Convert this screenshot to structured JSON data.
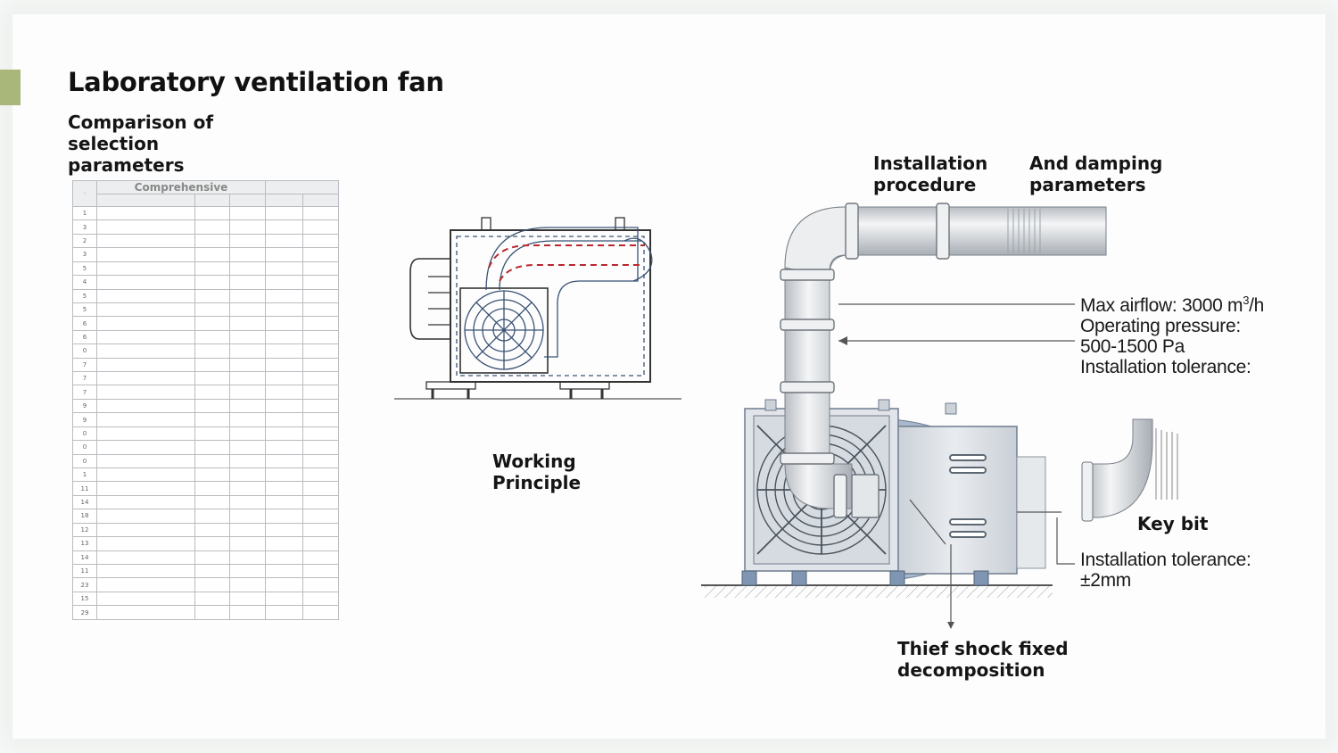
{
  "slide": {
    "title": "Laboratory ventilation fan",
    "accent_color": "#a9b77a"
  },
  "labels": {
    "comparison": [
      "Comparison of",
      "selection",
      "parameters"
    ],
    "working_principle": [
      "Working",
      "Principle"
    ],
    "installation_procedure": [
      "Installation",
      "procedure"
    ],
    "damping_parameters": [
      "And damping",
      "parameters"
    ],
    "key_bit": "Key bit",
    "thief_shock": [
      "Thief shock fixed",
      "decomposition"
    ]
  },
  "specs": {
    "airflow_prefix": "Max airflow: 3000 m",
    "airflow_sup": "3",
    "airflow_suffix": "/h",
    "pressure_label": "Operating pressure:",
    "pressure_value": "500-1500 Pa",
    "tolerance_label": "Installation tolerance:",
    "tolerance2_label": "Installation tolerance:",
    "tolerance2_value": "±2mm"
  },
  "table": {
    "header_comprehensive": "Comprehensive",
    "row_numbers": [
      "1",
      "3",
      "2",
      "3",
      "5",
      "4",
      "5",
      "5",
      "6",
      "6",
      "0",
      "7",
      "7",
      "7",
      "9",
      "9",
      "0",
      "0",
      "0",
      "1",
      "11",
      "14",
      "18",
      "12",
      "13",
      "14",
      "11",
      "23",
      "15",
      "29"
    ]
  },
  "colors": {
    "pipe": "#e3e6ea",
    "housing_blue": "#a9b8cc",
    "feet_blue": "#7f95b1",
    "sketch_line": "#3a5275",
    "flow_arrow": "#b8282d"
  }
}
